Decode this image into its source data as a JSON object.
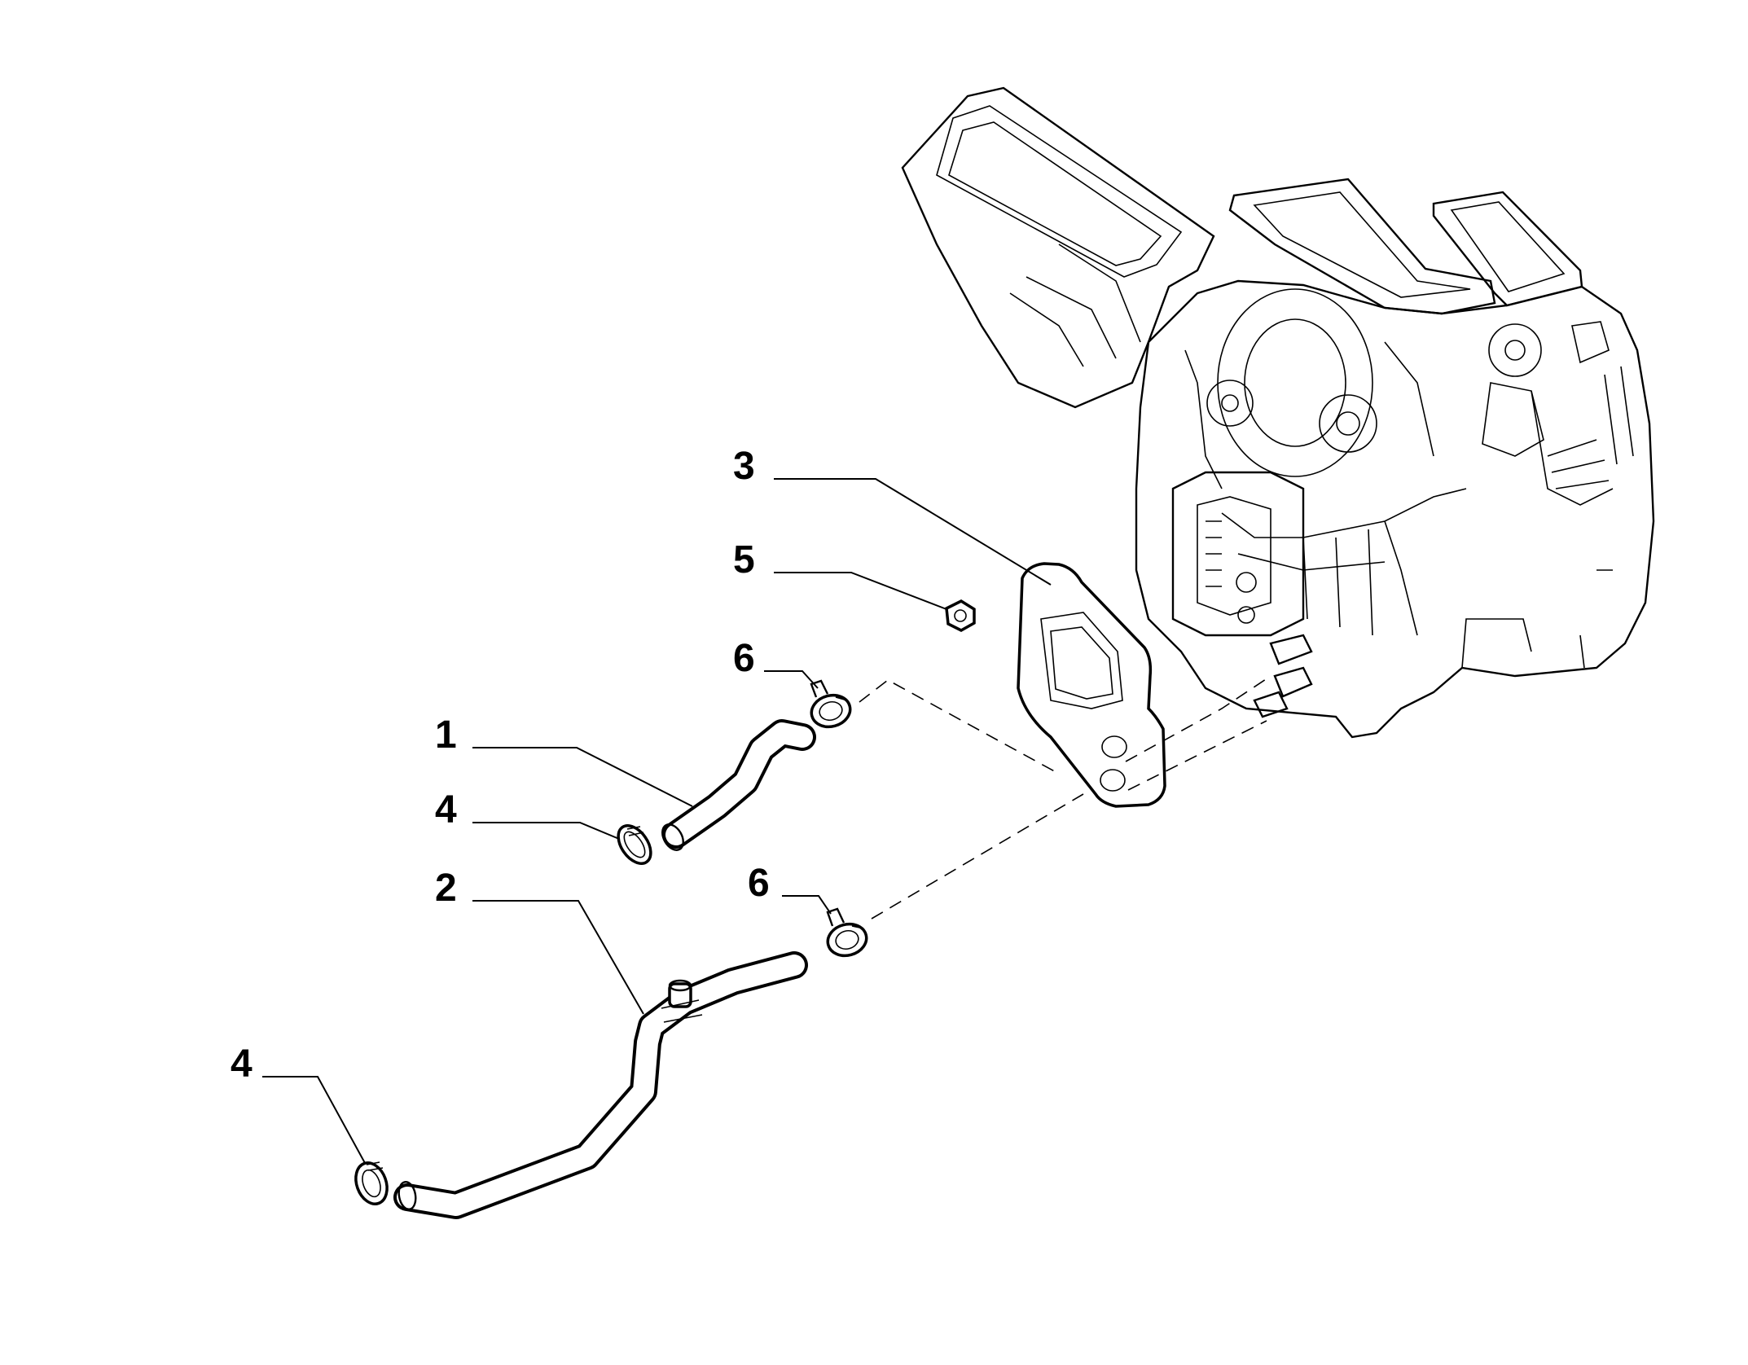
{
  "callouts": {
    "c1": "1",
    "c2": "2",
    "c3": "3",
    "c4a": "4",
    "c4b": "4",
    "c5": "5",
    "c6a": "6",
    "c6b": "6"
  },
  "colors": {
    "line": "#000000",
    "background": "#ffffff"
  }
}
